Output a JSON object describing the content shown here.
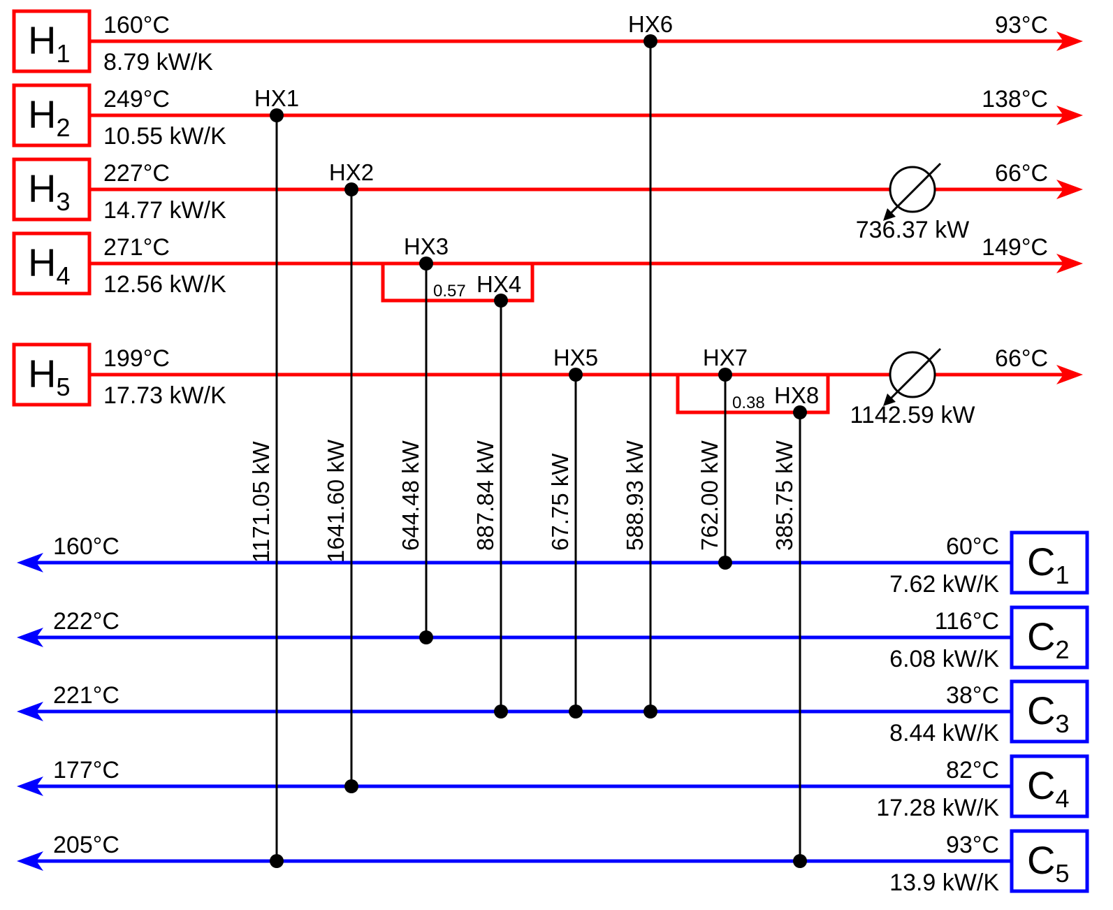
{
  "hot_streams": [
    {
      "id": "H",
      "sub": "1",
      "t_in": "160°C",
      "cp": "8.79 kW/K",
      "t_out": "93°C"
    },
    {
      "id": "H",
      "sub": "2",
      "t_in": "249°C",
      "cp": "10.55 kW/K",
      "t_out": "138°C"
    },
    {
      "id": "H",
      "sub": "3",
      "t_in": "227°C",
      "cp": "14.77 kW/K",
      "t_out": "66°C"
    },
    {
      "id": "H",
      "sub": "4",
      "t_in": "271°C",
      "cp": "12.56 kW/K",
      "t_out": "149°C"
    },
    {
      "id": "H",
      "sub": "5",
      "t_in": "199°C",
      "cp": "17.73 kW/K",
      "t_out": "66°C"
    }
  ],
  "cold_streams": [
    {
      "id": "C",
      "sub": "1",
      "t_in": "60°C",
      "cp": "7.62 kW/K",
      "t_out": "160°C"
    },
    {
      "id": "C",
      "sub": "2",
      "t_in": "116°C",
      "cp": "6.08 kW/K",
      "t_out": "222°C"
    },
    {
      "id": "C",
      "sub": "3",
      "t_in": "38°C",
      "cp": "8.44 kW/K",
      "t_out": "221°C"
    },
    {
      "id": "C",
      "sub": "4",
      "t_in": "82°C",
      "cp": "17.28 kW/K",
      "t_out": "177°C"
    },
    {
      "id": "C",
      "sub": "5",
      "t_in": "93°C",
      "cp": "13.9 kW/K",
      "t_out": "205°C"
    }
  ],
  "exchangers": [
    {
      "name": "HX1",
      "duty": "1171.05 kW",
      "hot": "H2",
      "cold": "C5"
    },
    {
      "name": "HX2",
      "duty": "1641.60 kW",
      "hot": "H3",
      "cold": "C4"
    },
    {
      "name": "HX3",
      "duty": "644.48 kW",
      "hot": "H4",
      "cold": "C2"
    },
    {
      "name": "HX4",
      "duty": "887.84 kW",
      "hot": "H4",
      "cold": "C3"
    },
    {
      "name": "HX5",
      "duty": "67.75 kW",
      "hot": "H5",
      "cold": "C3"
    },
    {
      "name": "HX6",
      "duty": "588.93 kW",
      "hot": "H1",
      "cold": "C3"
    },
    {
      "name": "HX7",
      "duty": "762.00 kW",
      "hot": "H5",
      "cold": "C1"
    },
    {
      "name": "HX8",
      "duty": "385.75 kW",
      "hot": "H5",
      "cold": "C5"
    }
  ],
  "splits": [
    {
      "stream": "H4",
      "fraction": "0.57"
    },
    {
      "stream": "H5",
      "fraction": "0.38"
    }
  ],
  "coolers": [
    {
      "stream": "H3",
      "duty": "736.37 kW"
    },
    {
      "stream": "H5",
      "duty": "1142.59 kW"
    }
  ],
  "colors": {
    "hot": "#ff0000",
    "cold": "#0000ff",
    "connector": "#000000"
  }
}
